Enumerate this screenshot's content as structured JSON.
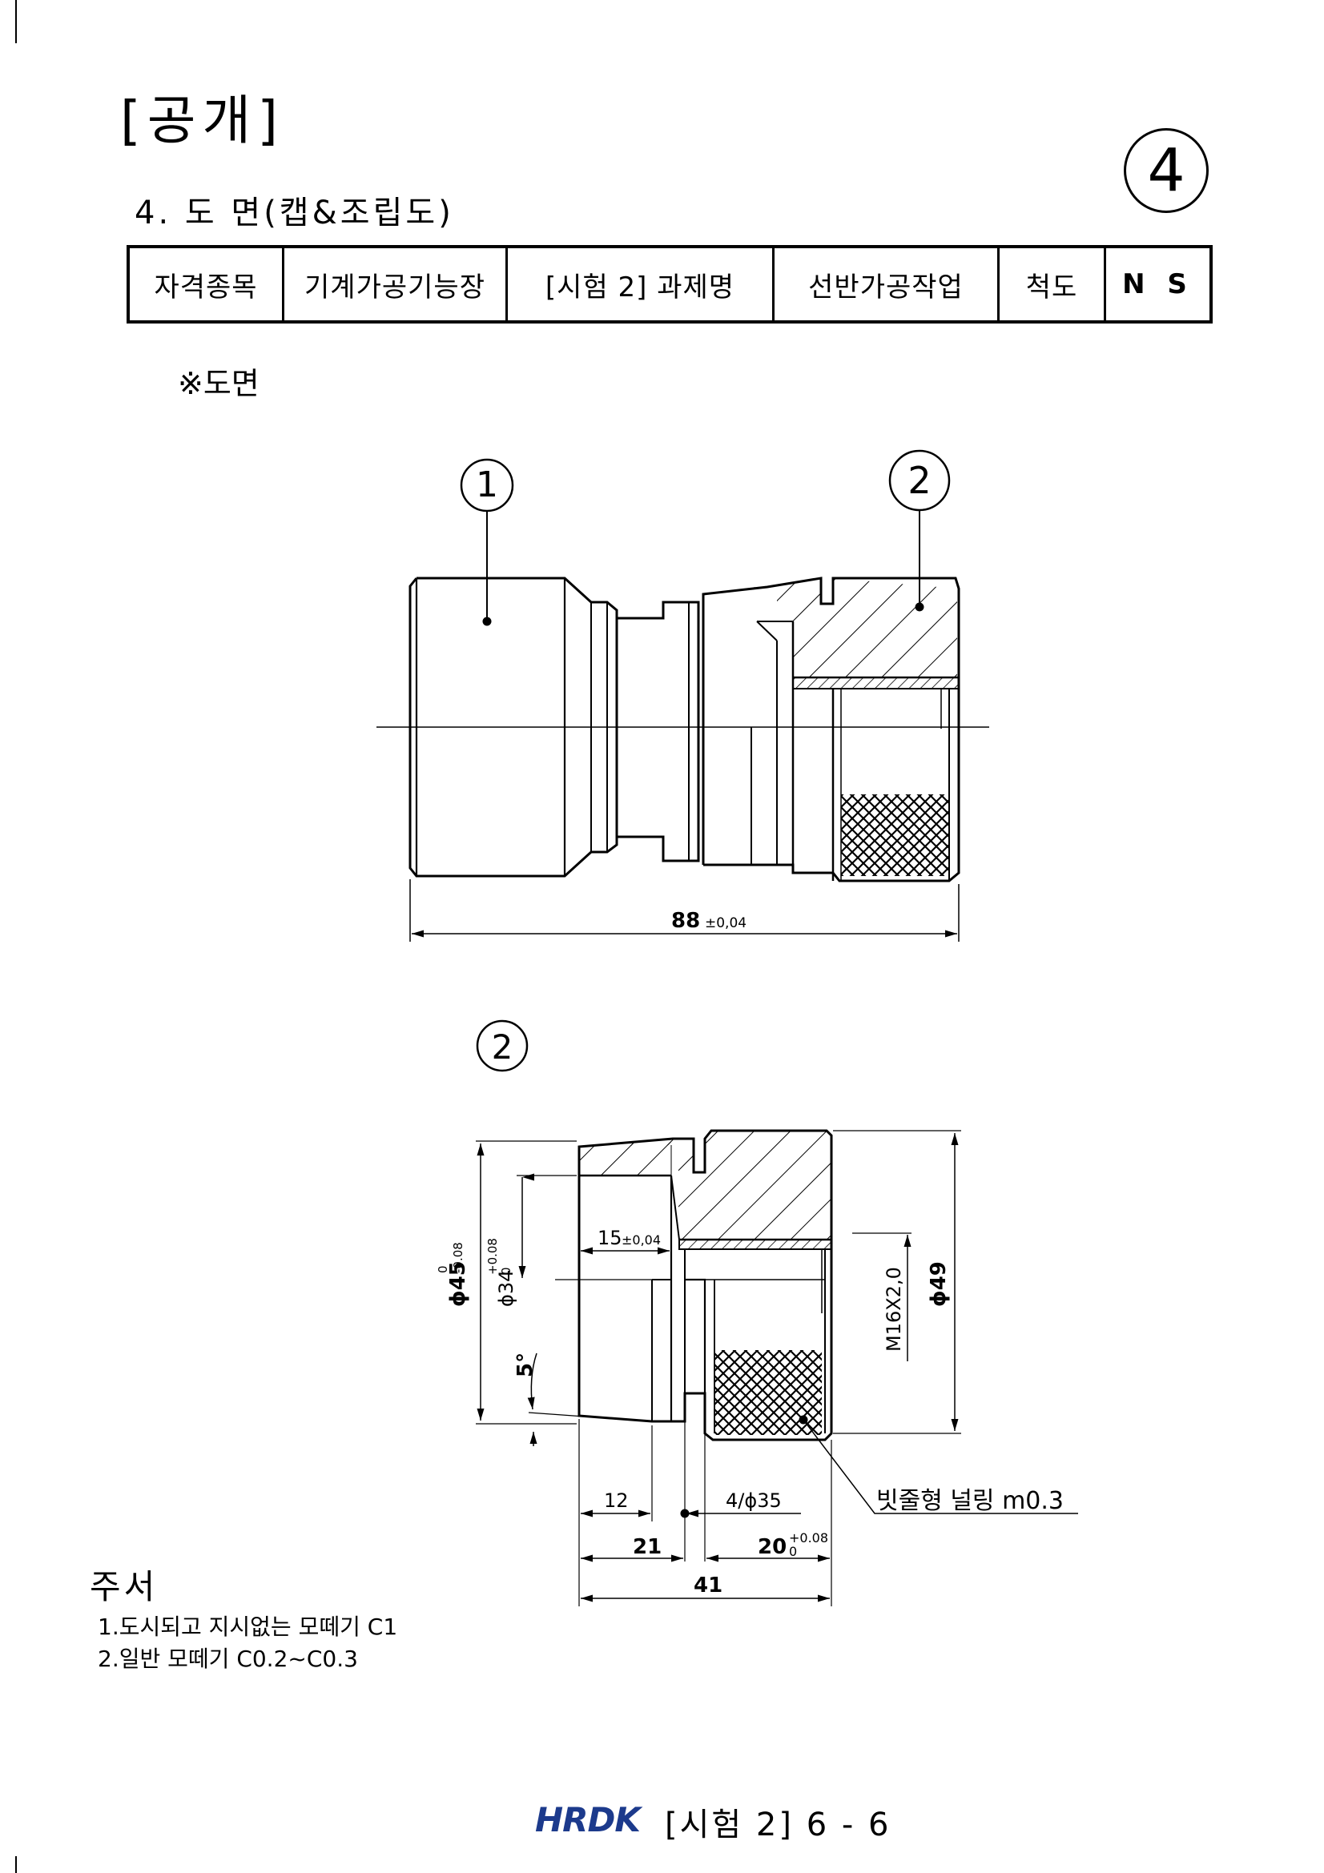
{
  "header": {
    "title": "[공개]",
    "sheet_no": "4"
  },
  "section": {
    "title": "4. 도 면(캡&조립도)"
  },
  "info_table": {
    "cells": [
      "자격종목",
      "기계가공기능장",
      "[시험 2] 과제명",
      "선반가공작업",
      "척도",
      "N S"
    ]
  },
  "drawing": {
    "heading": "※도면",
    "assembly": {
      "balloons": [
        "1",
        "2"
      ],
      "overall_length": "88",
      "overall_tol": "±0,04"
    },
    "part2": {
      "balloon": "2",
      "dia_outer": "ϕ45",
      "dia_outer_tol_upper": "0",
      "dia_outer_tol_lower": "-0.08",
      "dia_inner": "ϕ34",
      "dia_inner_tol_upper": "+0.08",
      "dia_inner_tol_lower": "0",
      "angle": "5°",
      "depth_15": "15",
      "depth_15_tol": "±0,04",
      "thread": "M16X2,0",
      "dia_49": "ϕ49",
      "dim_12": "12",
      "groove": "4/ϕ35",
      "dim_21": "21",
      "dim_20": "20",
      "dim_20_tol_upper": "+0.08",
      "dim_20_tol_lower": "0",
      "dim_41": "41",
      "knurl_note": "빗줄형 널링 m0.3"
    }
  },
  "notes": {
    "title": "주서",
    "items": [
      "1.도시되고 지시없는 모떼기  C1",
      "2.일반 모떼기 C0.2~C0.3"
    ]
  },
  "footer": {
    "logo": "HRDK",
    "page": "[시험 2] 6 - 6"
  },
  "colors": {
    "logo": "#1c3a8c",
    "line": "#000000"
  }
}
